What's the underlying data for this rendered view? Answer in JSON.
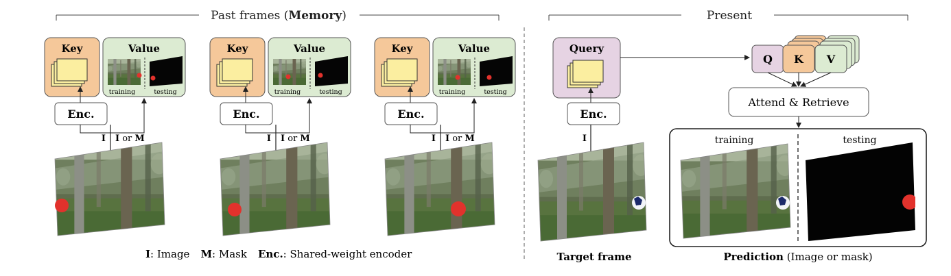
{
  "memory_header": {
    "prefix": "Past frames (",
    "bold": "Memory",
    "suffix": ")"
  },
  "present_header": "Present",
  "memory_blocks": [
    {
      "key": "Key",
      "value": "Value",
      "training": "training",
      "testing": "testing",
      "enc": "Enc.",
      "input_i": "I",
      "input_i2": "I",
      "input_or": "or",
      "input_m": "M"
    },
    {
      "key": "Key",
      "value": "Value",
      "training": "training",
      "testing": "testing",
      "enc": "Enc.",
      "input_i": "I",
      "input_i2": "I",
      "input_or": "or",
      "input_m": "M"
    },
    {
      "key": "Key",
      "value": "Value",
      "training": "training",
      "testing": "testing",
      "enc": "Enc.",
      "input_i": "I",
      "input_i2": "I",
      "input_or": "or",
      "input_m": "M"
    }
  ],
  "legend": {
    "i_bold": "I",
    "i_text": ": Image",
    "m_bold": "M",
    "m_text": ": Mask",
    "enc_bold": "Enc.",
    "enc_text": ": Shared-weight encoder"
  },
  "present": {
    "query": "Query",
    "enc": "Enc.",
    "input_i": "I",
    "target_label": "Target frame",
    "q": "Q",
    "k": "K",
    "v": "V",
    "attend": "Attend & Retrieve",
    "training": "training",
    "testing": "testing",
    "prediction_bold": "Prediction",
    "prediction_rest": " (Image or mask)"
  },
  "colors": {
    "key_fill": "#f5c89a",
    "value_fill": "#dcebd2",
    "query_fill": "#e6d3e3",
    "card": "#fbeea0",
    "ball_red": "#e2322c",
    "edge": "#555555"
  }
}
